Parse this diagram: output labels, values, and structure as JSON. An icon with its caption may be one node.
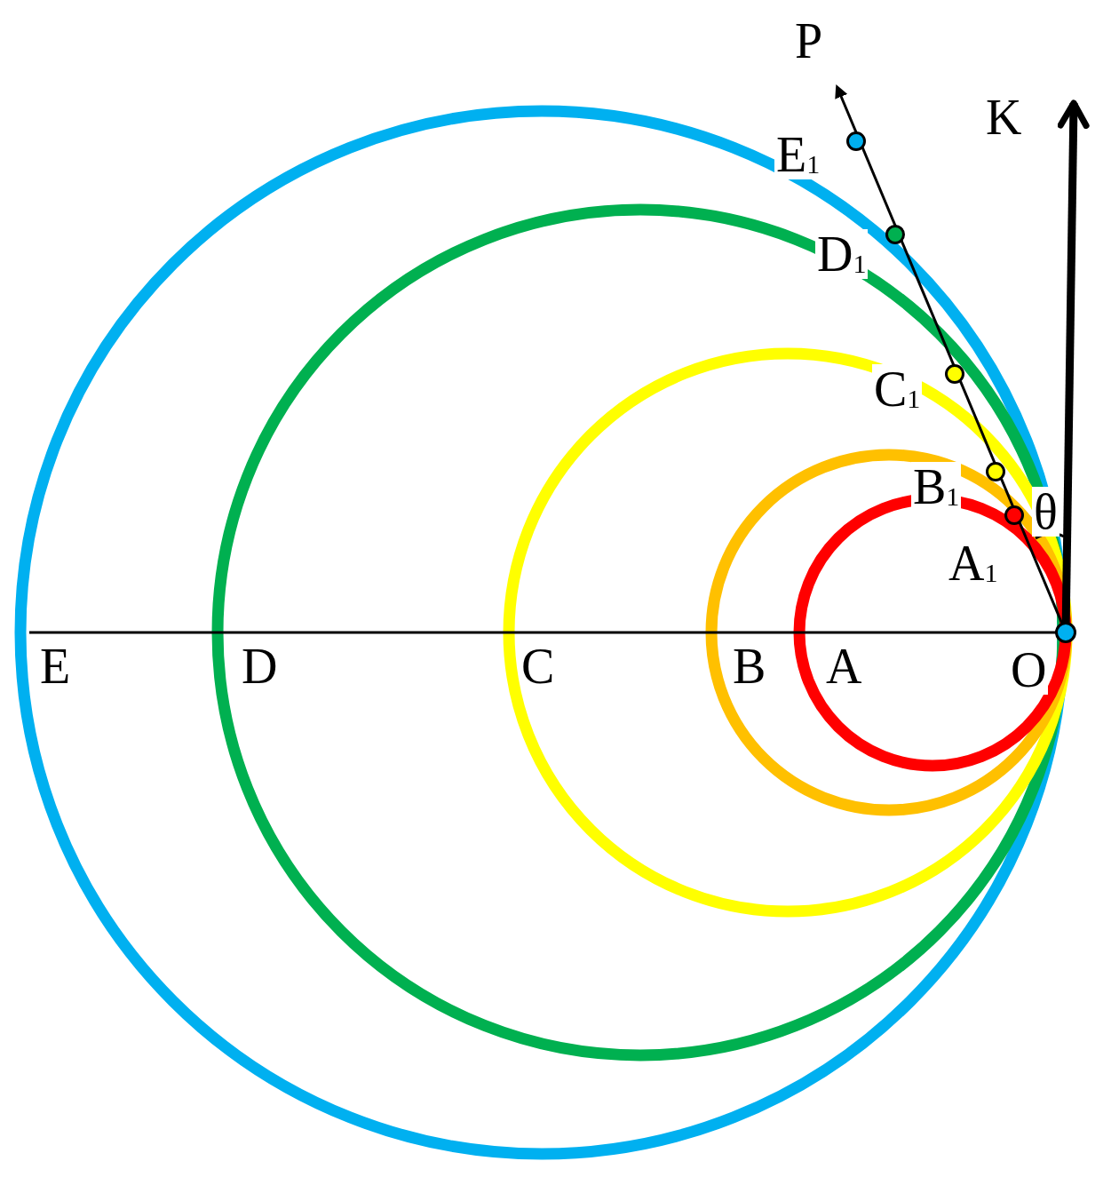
{
  "diagram": {
    "nodes": [
      {
        "text": [],
        "shape": "circle",
        "beside": [
          "E$_{1}$"
        ]
      },
      {
        "text": [],
        "shape": "circle",
        "beside": [
          "D$_{1}$"
        ]
      },
      {
        "text": [],
        "shape": "circle",
        "beside": [
          "C$_{1}$"
        ]
      },
      {
        "text": [],
        "shape": "circle",
        "beside": [
          "B$_{1}$"
        ]
      },
      {
        "text": [],
        "shape": "circle",
        "beside": [
          "A$_{1}$"
        ]
      },
      {
        "text": [],
        "shape": "circle",
        "beside": [
          "O"
        ]
      }
    ],
    "labels": [
      "P",
      "K",
      "θ",
      "E",
      "D",
      "C",
      "B",
      "A"
    ]
  }
}
